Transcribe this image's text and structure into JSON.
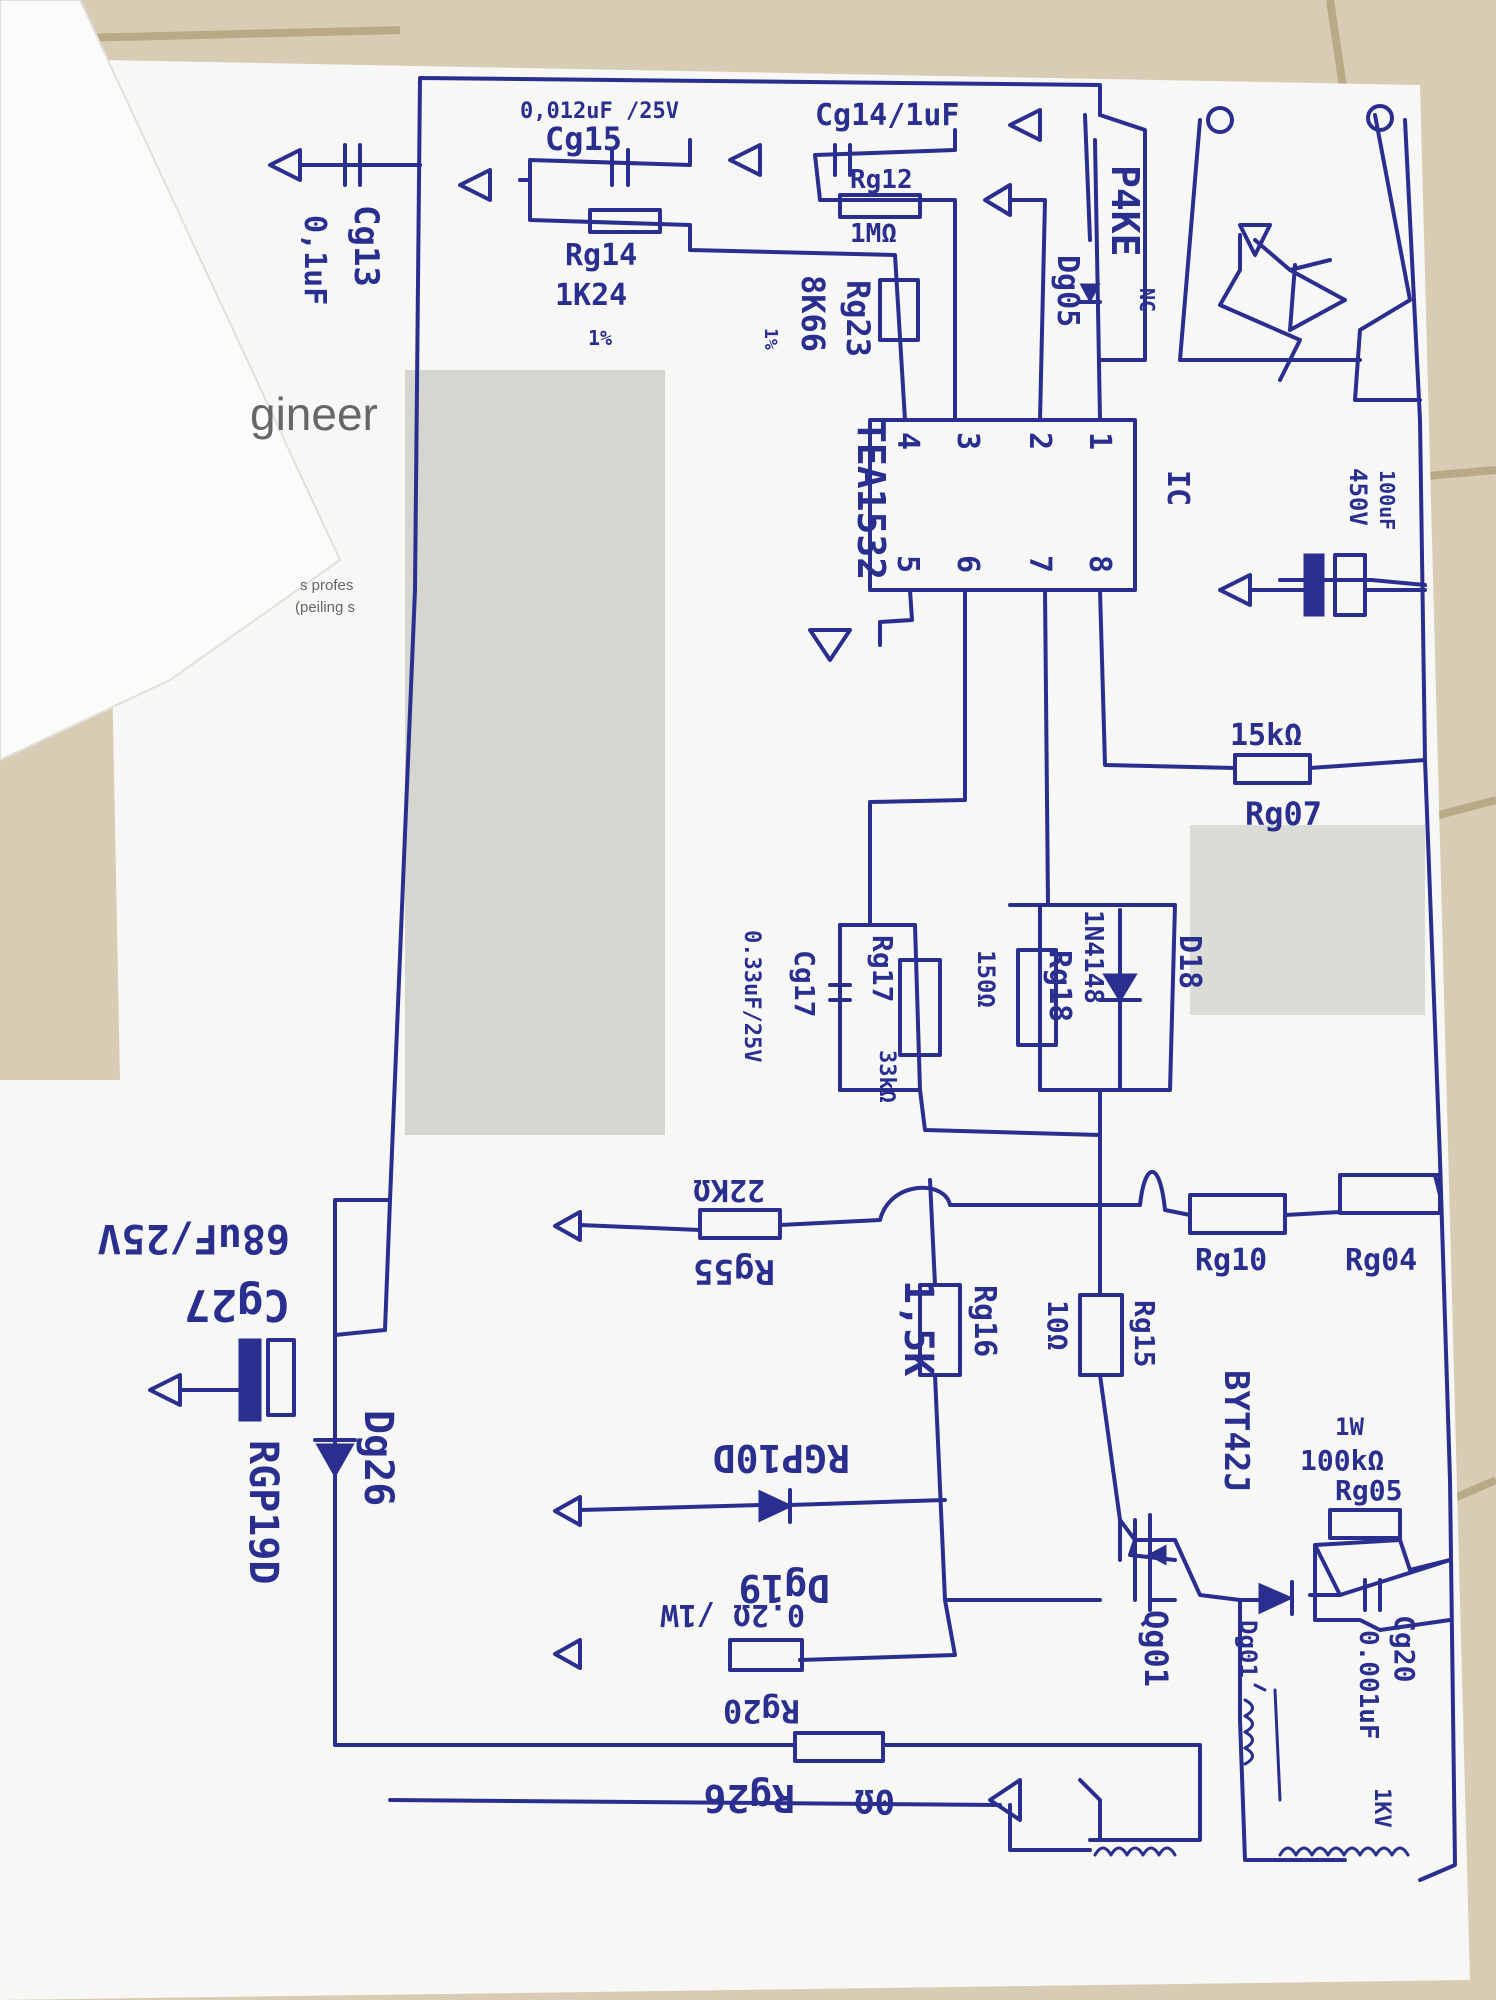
{
  "colors": {
    "ink": "#2a2f8f",
    "paper": "#f7f7f5",
    "floor": "#d8cdb4",
    "tape": "#d4d4ce"
  },
  "labels": [
    {
      "id": "cg913",
      "text": "Cg13"
    },
    {
      "id": "cg913v",
      "text": "0,1uF"
    },
    {
      "id": "cg915v",
      "text": "0,012uF /25V"
    },
    {
      "id": "cg915",
      "text": "Cg15"
    },
    {
      "id": "cg914",
      "text": "Cg14/1uF"
    },
    {
      "id": "rg912",
      "text": "Rg12"
    },
    {
      "id": "rg912v",
      "text": "1MΩ"
    },
    {
      "id": "rg914",
      "text": "Rg14"
    },
    {
      "id": "rg914v",
      "text": "1K24"
    },
    {
      "id": "rg914t",
      "text": "1%"
    },
    {
      "id": "rg923",
      "text": "Rg23"
    },
    {
      "id": "rg923v",
      "text": "8K66"
    },
    {
      "id": "rg923t",
      "text": "1%"
    },
    {
      "id": "p4ke",
      "text": "P4KE"
    },
    {
      "id": "nc",
      "text": "NC"
    },
    {
      "id": "d905",
      "text": "Dg05"
    },
    {
      "id": "tea",
      "text": "TEA1532"
    },
    {
      "id": "ic",
      "text": "IC"
    },
    {
      "id": "p1",
      "text": "1"
    },
    {
      "id": "p2",
      "text": "2"
    },
    {
      "id": "p3",
      "text": "3"
    },
    {
      "id": "p4",
      "text": "4"
    },
    {
      "id": "p5",
      "text": "5"
    },
    {
      "id": "p6",
      "text": "6"
    },
    {
      "id": "p7",
      "text": "7"
    },
    {
      "id": "p8",
      "text": "8"
    },
    {
      "id": "c100",
      "text": "100uF"
    },
    {
      "id": "c100v",
      "text": "450V"
    },
    {
      "id": "r907v",
      "text": "15kΩ"
    },
    {
      "id": "r907",
      "text": "Rg07"
    },
    {
      "id": "d18",
      "text": "D18"
    },
    {
      "id": "d18t",
      "text": "1N4148"
    },
    {
      "id": "r918",
      "text": "Rg18"
    },
    {
      "id": "r918v",
      "text": "150Ω"
    },
    {
      "id": "c917",
      "text": "Cg17"
    },
    {
      "id": "c917v",
      "text": "0.33uF/25V"
    },
    {
      "id": "r917",
      "text": "Rg17"
    },
    {
      "id": "r917v",
      "text": "33kΩ"
    },
    {
      "id": "r955v",
      "text": "22KΩ"
    },
    {
      "id": "r955",
      "text": "Rg55"
    },
    {
      "id": "r910",
      "text": "Rg10"
    },
    {
      "id": "r904",
      "text": "Rg04"
    },
    {
      "id": "r916",
      "text": "Rg16"
    },
    {
      "id": "r916v",
      "text": "1,5K"
    },
    {
      "id": "r915",
      "text": "Rg15"
    },
    {
      "id": "r915v",
      "text": "10Ω"
    },
    {
      "id": "byt",
      "text": "BYT42J"
    },
    {
      "id": "r905w",
      "text": "1W"
    },
    {
      "id": "r905v",
      "text": "100kΩ"
    },
    {
      "id": "r905",
      "text": "Rg05"
    },
    {
      "id": "rgp100",
      "text": "RGP10D"
    },
    {
      "id": "d919",
      "text": "Dg19"
    },
    {
      "id": "r920v",
      "text": "0.2Ω /1W"
    },
    {
      "id": "r920",
      "text": "Rg20"
    },
    {
      "id": "q901",
      "text": "Qg01"
    },
    {
      "id": "d901",
      "text": "Dg01"
    },
    {
      "id": "cg20",
      "text": "Cg20"
    },
    {
      "id": "cg20v",
      "text": "0.001uF"
    },
    {
      "id": "kv",
      "text": "1KV"
    },
    {
      "id": "r926",
      "text": "Rg26"
    },
    {
      "id": "r926v",
      "text": "0Ω"
    },
    {
      "id": "cg27v",
      "text": "68uF/25V"
    },
    {
      "id": "cg27",
      "text": "Cg27"
    },
    {
      "id": "d926",
      "text": "Dg26"
    },
    {
      "id": "rgp19d",
      "text": "RGP19D"
    }
  ],
  "printed": {
    "line1": "gineer",
    "line2": "s profes",
    "line3": "(peiling s"
  }
}
